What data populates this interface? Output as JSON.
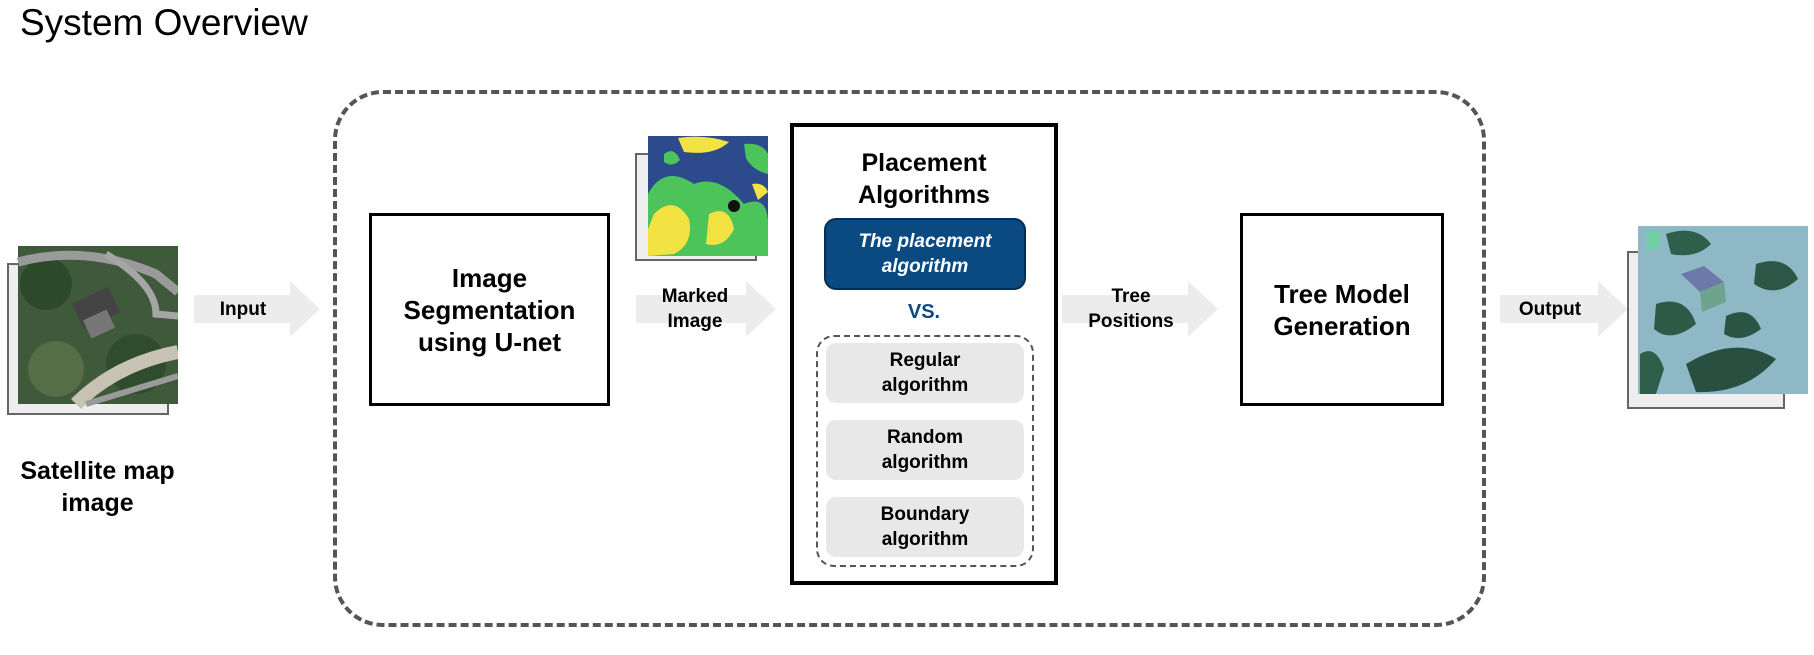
{
  "title": "System Overview",
  "input_caption_line1": "Satellite map",
  "input_caption_line2": "image",
  "arrows": {
    "input": "Input",
    "marked_line1": "Marked",
    "marked_line2": "Image",
    "tree_line1": "Tree",
    "tree_line2": "Positions",
    "output": "Output"
  },
  "segmentation": {
    "line1": "Image",
    "line2": "Segmentation",
    "line3": "using U-net"
  },
  "placement": {
    "title_line1": "Placement",
    "title_line2": "Algorithms",
    "proposed_line1": "The placement",
    "proposed_line2": "algorithm",
    "vs": "VS.",
    "alternatives": [
      {
        "line1": "Regular",
        "line2": "algorithm"
      },
      {
        "line1": "Random",
        "line2": "algorithm"
      },
      {
        "line1": "Boundary",
        "line2": "algorithm"
      }
    ]
  },
  "tree_model": {
    "line1": "Tree Model",
    "line2": "Generation"
  },
  "colors": {
    "proposed": "#0a4a80",
    "arrow": "#ececec",
    "seg_blue": "#2d4a8c",
    "seg_green": "#4cc45a",
    "seg_yellow": "#f2e342"
  }
}
